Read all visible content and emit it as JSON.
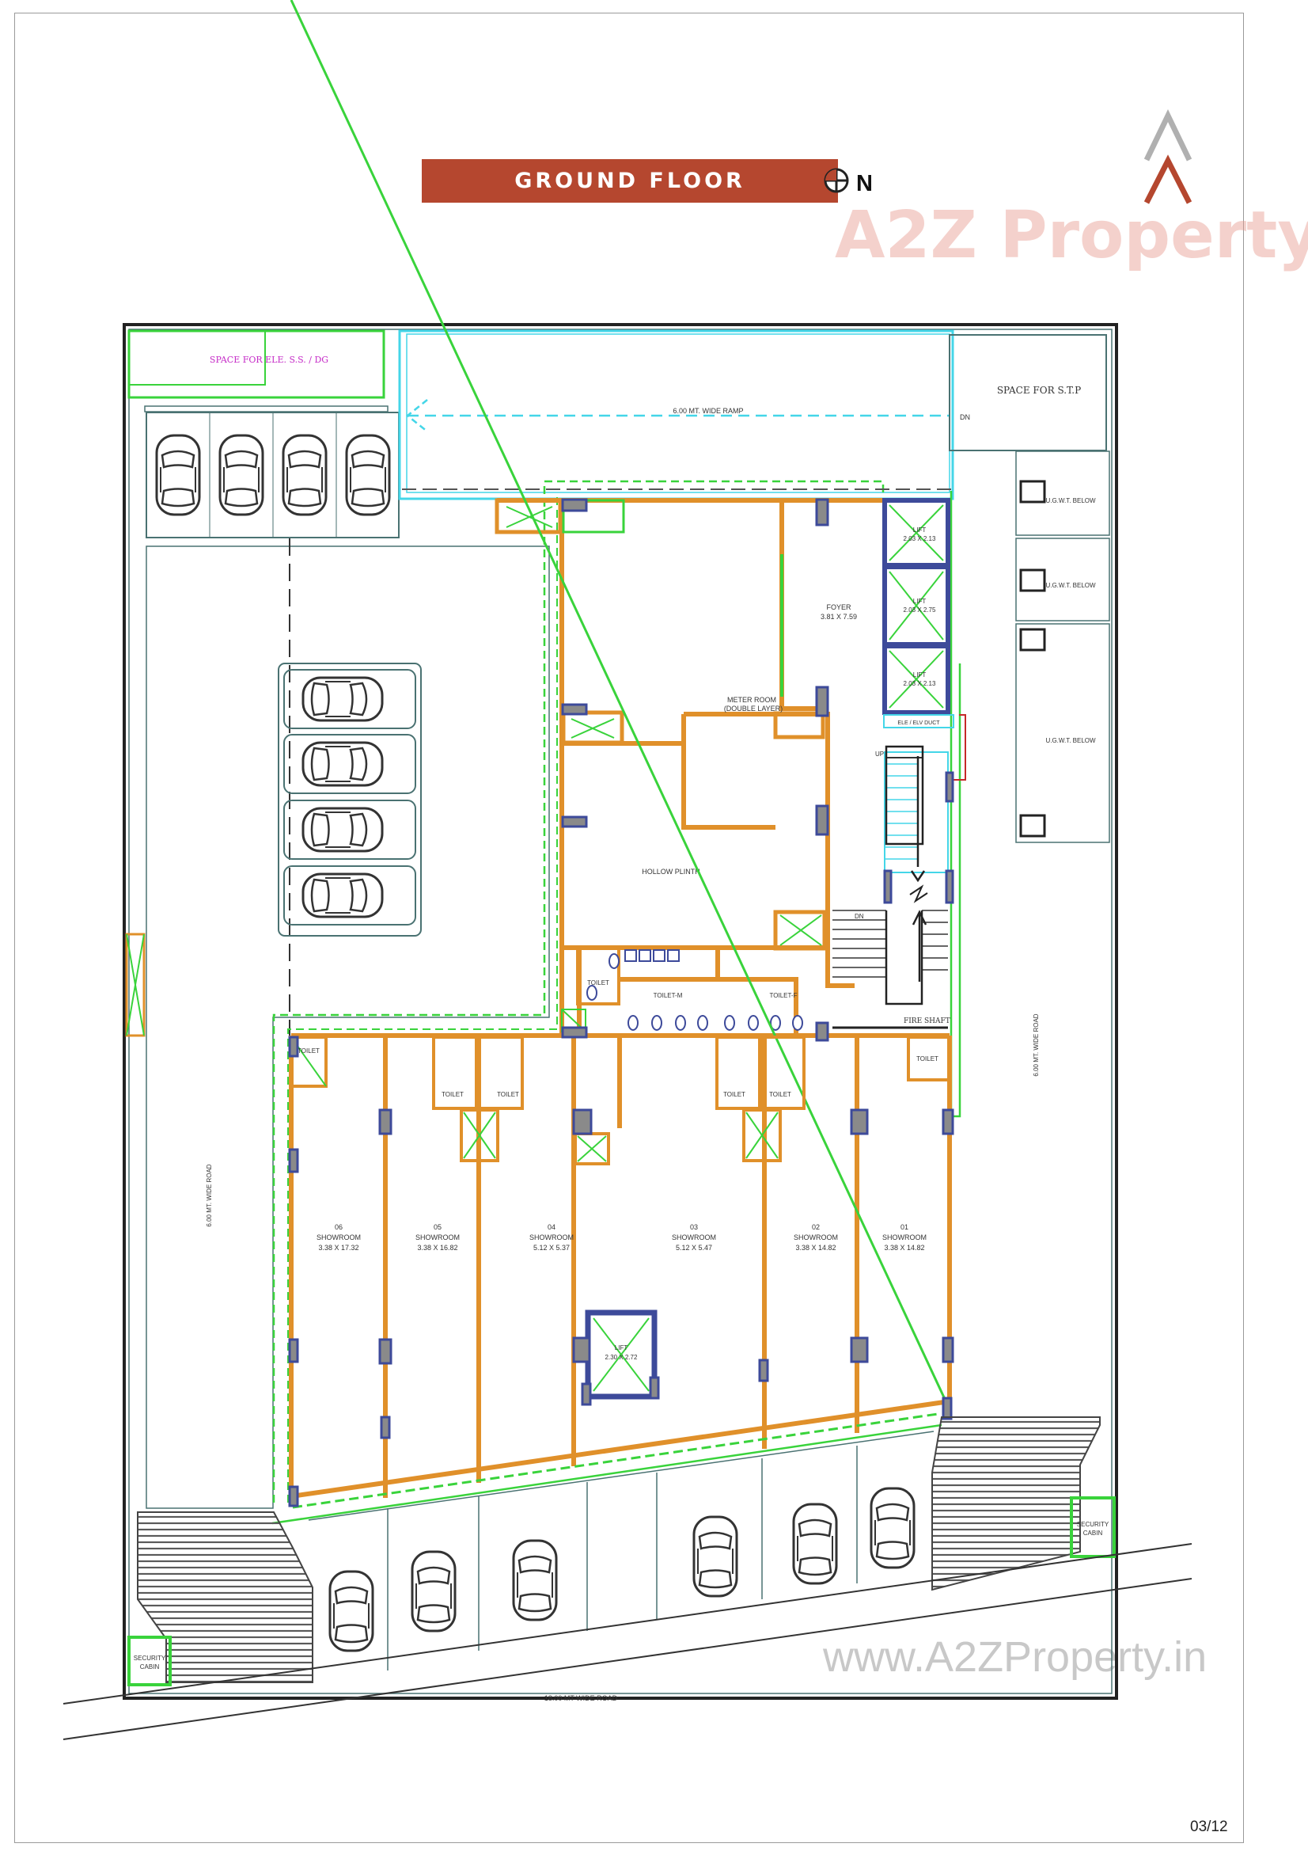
{
  "header": {
    "title": "GROUND FLOOR",
    "north_label": "N",
    "page_number": "03/12"
  },
  "watermark": {
    "brand_text": "A2Z Property",
    "website_text": "www.A2ZProperty.in"
  },
  "labels": {
    "ele_ss_dg": "SPACE FOR ELE. S.S. / DG",
    "ramp": "6.00 MT. WIDE RAMP",
    "dn_ramp": "DN",
    "stp": "SPACE FOR S.T.P",
    "ugwt_1": "U.G.W.T. BELOW",
    "ugwt_2": "U.G.W.T. BELOW",
    "ugwt_3": "U.G.W.T. BELOW",
    "lift_1_name": "LIFT",
    "lift_1_size": "2.03 X 2.13",
    "lift_2_name": "LIFT",
    "lift_2_size": "2.03 X 2.75",
    "lift_3_name": "LIFT",
    "lift_3_size": "2.03 X 2.13",
    "foyer_name": "FOYER",
    "foyer_size": "3.81 X 7.59",
    "meter_room": "METER ROOM",
    "meter_room_note": "(DOUBLE LAYER)",
    "ele_duct": "ELE / ELV DUCT",
    "up": "UP",
    "dn_stair": "DN",
    "hollow_plinth": "HOLLOW PLINTH",
    "toilet_main": "TOILET",
    "toilet_m": "TOILET-M",
    "toilet_f": "TOILET-F",
    "fire_shaft": "FIRE SHAFT",
    "road_left": "6.00 MT. WIDE ROAD",
    "road_right": "6.00 MT. WIDE ROAD",
    "road_bottom": "18.00 MT WIDE ROAD",
    "security_cabin_left_1": "SECURITY",
    "security_cabin_left_2": "CABIN",
    "security_cabin_right_1": "SECURITY",
    "security_cabin_right_2": "CABIN",
    "lift_center_name": "LIFT",
    "lift_center_size": "2.30 X 2.72",
    "toilet_small": "TOILET"
  },
  "showrooms": [
    {
      "no": "06",
      "name": "SHOWROOM",
      "size": "3.38 X 17.32"
    },
    {
      "no": "05",
      "name": "SHOWROOM",
      "size": "3.38 X 16.82"
    },
    {
      "no": "04",
      "name": "SHOWROOM",
      "size": "5.12 X 5.37"
    },
    {
      "no": "03",
      "name": "SHOWROOM",
      "size": "5.12 X 5.47"
    },
    {
      "no": "02",
      "name": "SHOWROOM",
      "size": "3.38 X 14.82"
    },
    {
      "no": "01",
      "name": "SHOWROOM",
      "size": "3.38 X 14.82"
    }
  ],
  "colors": {
    "title_bar": "#b5472f",
    "wall": "#e0902a",
    "column": "#3d4a9a",
    "green_line": "#39d33b",
    "cyan_line": "#44d6e8",
    "outline": "#4a7272",
    "road_hatch": "#555555"
  }
}
